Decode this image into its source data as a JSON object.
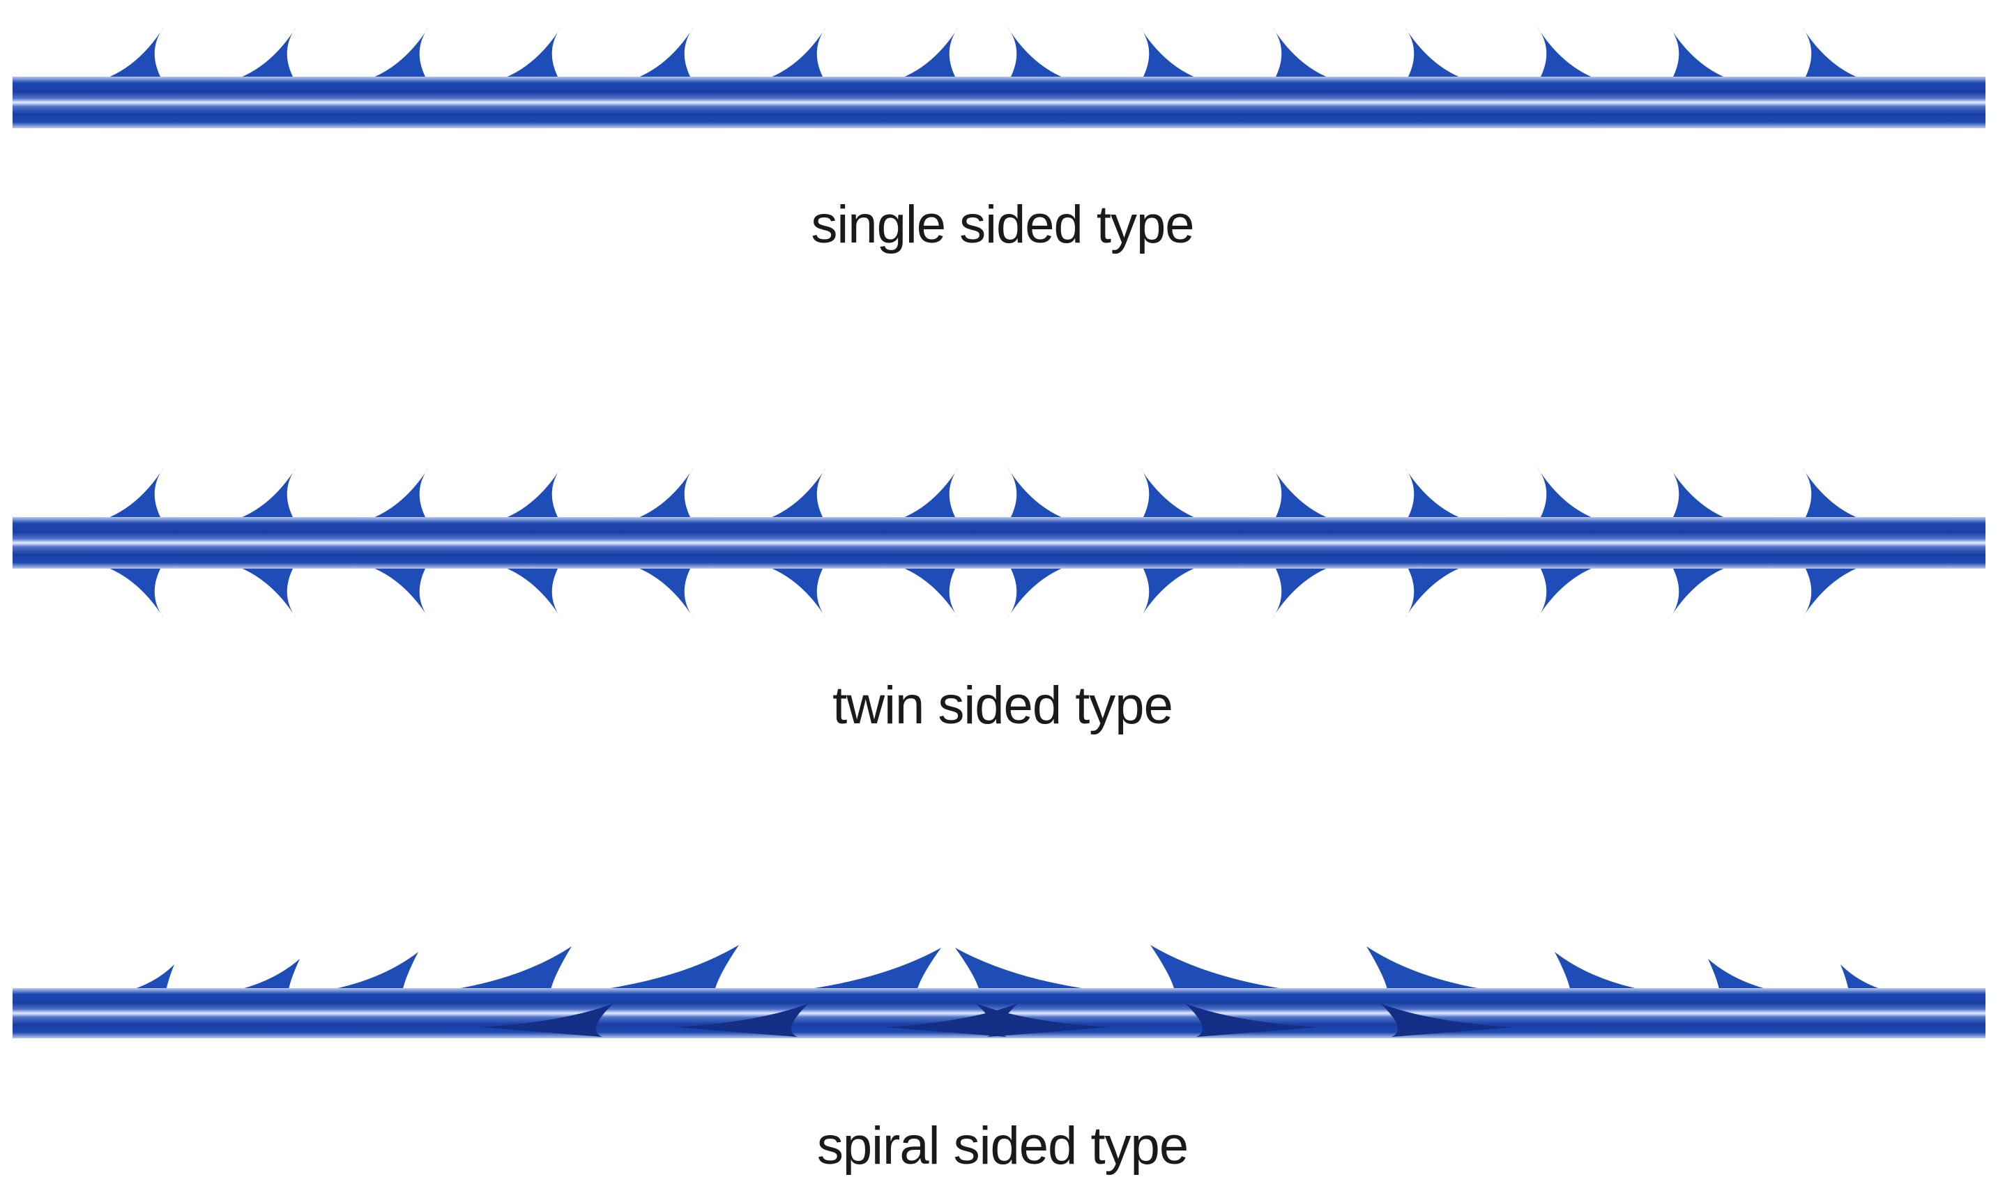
{
  "colors": {
    "barb_dark": "#173a9c",
    "barb_mid": "#1f4db8",
    "barb_deep": "#142f86",
    "wire_edge": "#2a4fb5",
    "wire_highlight": "#dce6ff",
    "label": "#1a1a1a"
  },
  "diagram": {
    "panels": [
      {
        "id": "single",
        "label": "single sided type",
        "barb_count": 14,
        "sides": "single"
      },
      {
        "id": "twin",
        "label": "twin sided type",
        "barb_count": 14,
        "sides": "twin"
      },
      {
        "id": "spiral",
        "label": "spiral sided type",
        "barb_count": 12,
        "sides": "spiral"
      }
    ]
  }
}
